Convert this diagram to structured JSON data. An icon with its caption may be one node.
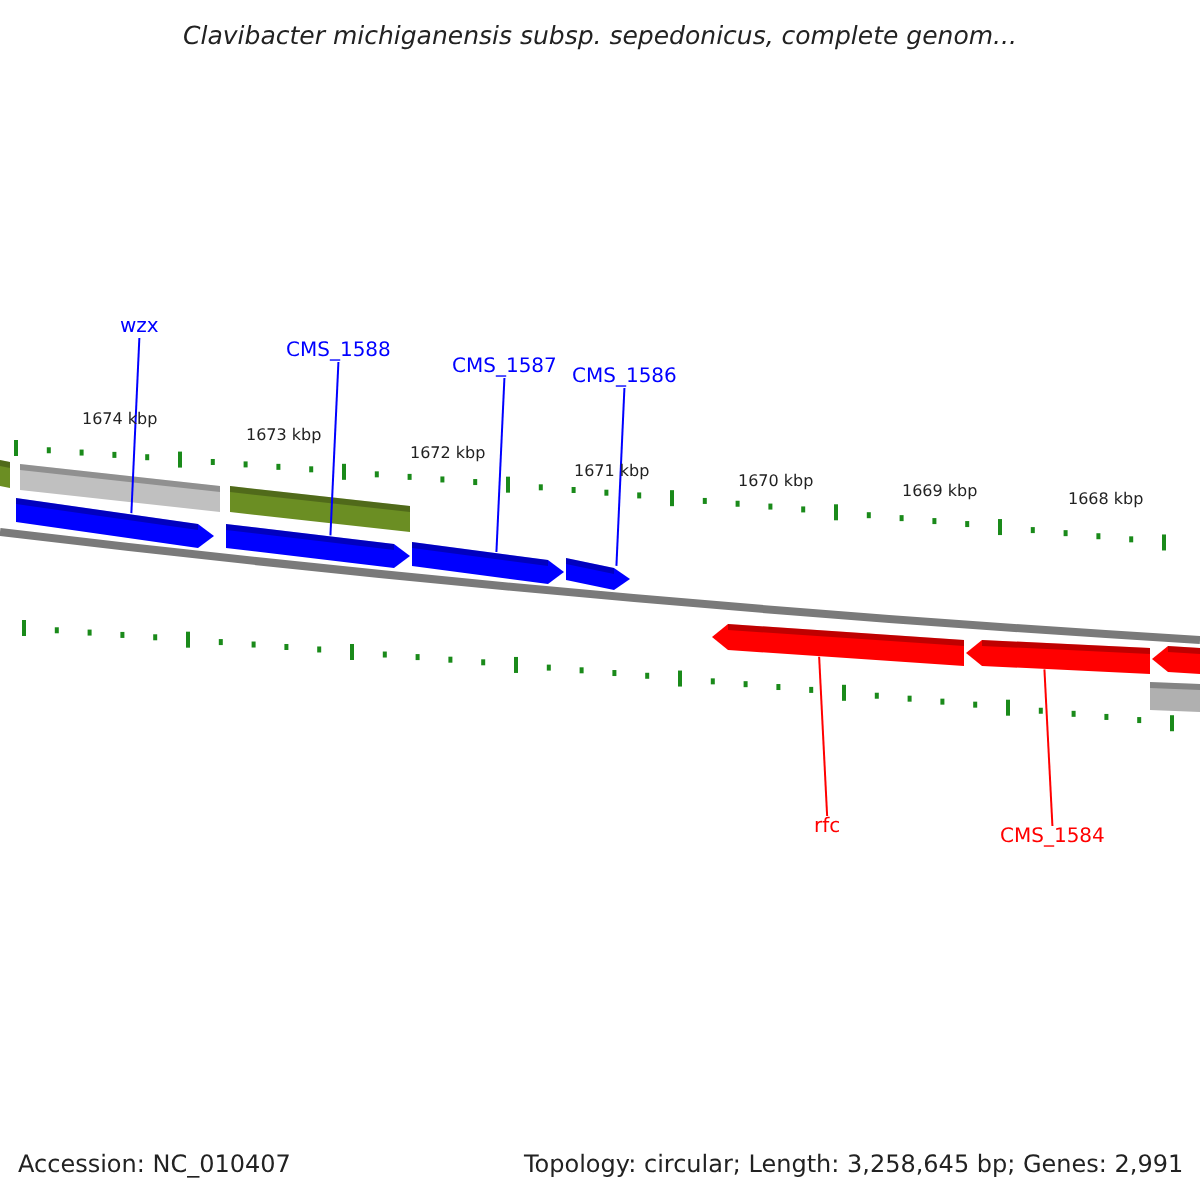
{
  "diagram": {
    "title": "Clavibacter michiganensis subsp. sepedonicus, complete genom...",
    "nodes": [
      {
        "text": [
          "wzx"
        ]
      },
      {
        "text": [
          "CMS_1588"
        ]
      },
      {
        "text": [
          "CMS_1587"
        ]
      },
      {
        "text": [
          "CMS_1586"
        ]
      },
      {
        "text": [],
        "shape": "bar"
      },
      {
        "text": [],
        "shape": "bar"
      },
      {
        "text": [],
        "shape": "bar"
      },
      {
        "text": [],
        "shape": "arrow"
      },
      {
        "text": [],
        "shape": "arrow"
      },
      {
        "text": [],
        "shape": "arrow"
      },
      {
        "text": [],
        "shape": "arrow"
      },
      {
        "text": [],
        "shape": "arrow"
      },
      {
        "text": [],
        "shape": "arrow"
      },
      {
        "text": [],
        "shape": "arrow"
      },
      {
        "text": [],
        "shape": "bar"
      },
      {
        "text": [
          "rfc"
        ]
      },
      {
        "text": [
          "CMS_1584"
        ]
      }
    ],
    "edges": [
      {
        "from": 0,
        "to": 7,
        "arrow": "none"
      },
      {
        "from": 1,
        "to": 8,
        "arrow": "none"
      },
      {
        "from": 2,
        "to": 9,
        "arrow": "none"
      },
      {
        "from": 3,
        "to": 10,
        "arrow": "none"
      },
      {
        "from": 15,
        "to": 11,
        "arrow": "none",
        "color": "#ff0000"
      },
      {
        "from": 16,
        "to": 12,
        "arrow": "none",
        "color": "#ff0000"
      }
    ],
    "labels": [
      "1674 kbp",
      "1673 kbp",
      "1672 kbp",
      "1671 kbp",
      "1670 kbp",
      "1669 kbp",
      "1668 kbp",
      "Accession: NC_010407",
      "Topology: circular; Length: 3,258,645 bp; Genes: 2,991"
    ]
  }
}
